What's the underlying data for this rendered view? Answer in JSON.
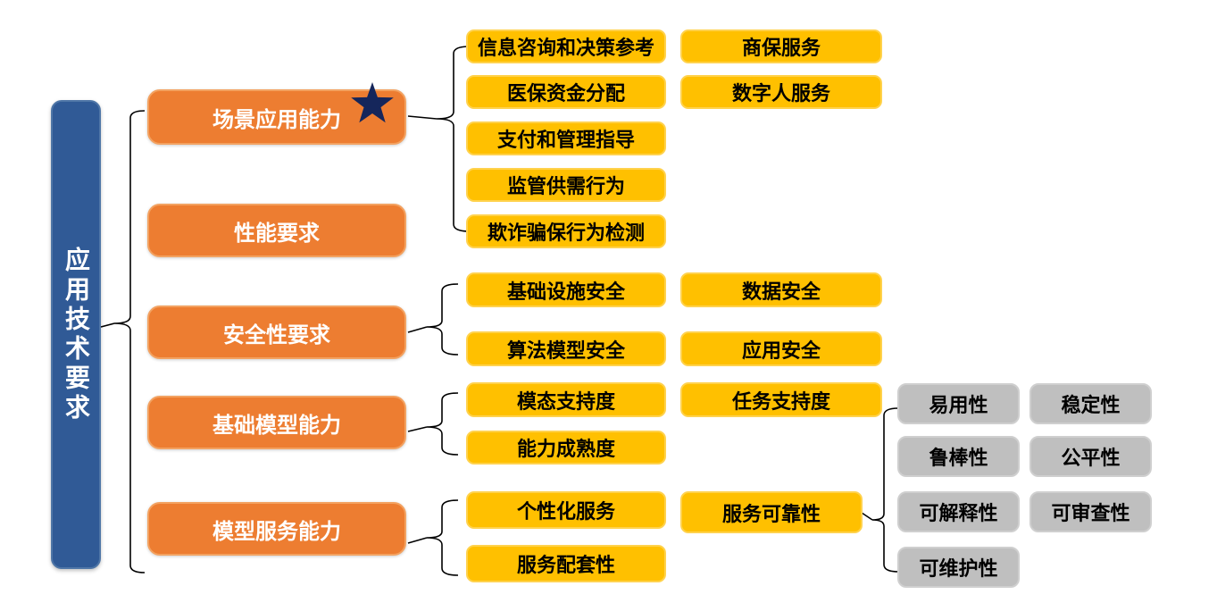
{
  "diagram": {
    "root": {
      "label": "应用技术要求"
    },
    "categories": {
      "scene": {
        "label": "场景应用能力",
        "starred": true
      },
      "performance": {
        "label": "性能要求"
      },
      "security": {
        "label": "安全性要求"
      },
      "base_model": {
        "label": "基础模型能力"
      },
      "model_service": {
        "label": "模型服务能力"
      }
    },
    "leaves": {
      "scene": [
        "信息咨询和决策参考",
        "医保资金分配",
        "支付和管理指导",
        "监管供需行为",
        "欺诈骗保行为检测",
        "商保服务",
        "数字人服务"
      ],
      "security": [
        "基础设施安全",
        "算法模型安全",
        "数据安全",
        "应用安全"
      ],
      "base_model": [
        "模态支持度",
        "能力成熟度",
        "任务支持度"
      ],
      "model_service": [
        "个性化服务",
        "服务配套性",
        "服务可靠性"
      ]
    },
    "reliability_subs": [
      "易用性",
      "鲁棒性",
      "可解释性",
      "可维护性",
      "稳定性",
      "公平性",
      "可审查性"
    ],
    "colors": {
      "root_fill": "#305A96",
      "category_fill": "#ED7D31",
      "leaf_fill": "#FFC000",
      "sub_fill": "#BFBFBF",
      "star": "#15265B",
      "line": "#000000",
      "root_text": "#FFFFFF",
      "category_text": "#FFFFFF",
      "leaf_text": "#000000",
      "sub_text": "#000000"
    }
  }
}
